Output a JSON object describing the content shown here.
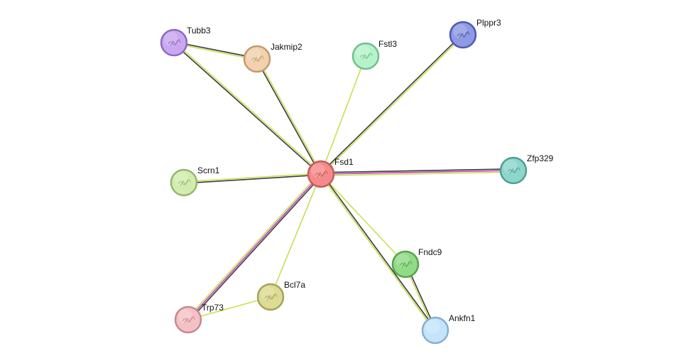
{
  "network": {
    "nodes": [
      {
        "id": "Fsd1",
        "label": "Fsd1",
        "color": "#f48a8a",
        "border": "#c85a5a",
        "icon": "protein-structure-icon"
      },
      {
        "id": "Tubb3",
        "label": "Tubb3",
        "color": "#c9a8f0",
        "border": "#8f6ac0",
        "icon": "protein-structure-icon"
      },
      {
        "id": "Jakmip2",
        "label": "Jakmip2",
        "color": "#f2d2ae",
        "border": "#c49a6c",
        "icon": "protein-structure-icon"
      },
      {
        "id": "Fstl3",
        "label": "Fstl3",
        "color": "#b6f2ca",
        "border": "#70c08c",
        "icon": "protein-structure-icon"
      },
      {
        "id": "Plppr3",
        "label": "Plppr3",
        "color": "#8e9ae2",
        "border": "#4f5ab0",
        "icon": "protein-structure-icon"
      },
      {
        "id": "Zfp329",
        "label": "Zfp329",
        "color": "#8ed6cc",
        "border": "#4f9e94",
        "icon": "protein-structure-icon"
      },
      {
        "id": "Scrn1",
        "label": "Scrn1",
        "color": "#d2ecb0",
        "border": "#94b86c",
        "icon": "protein-structure-icon"
      },
      {
        "id": "Fndc9",
        "label": "Fndc9",
        "color": "#90dc86",
        "border": "#58a44e",
        "icon": "protein-structure-icon"
      },
      {
        "id": "Bcl7a",
        "label": "Bcl7a",
        "color": "#dcdc94",
        "border": "#a4a458",
        "icon": "protein-structure-icon"
      },
      {
        "id": "Trp73",
        "label": "Trp73",
        "color": "#f4c2c6",
        "border": "#c48a8e",
        "icon": "protein-structure-icon"
      },
      {
        "id": "Ankfn1",
        "label": "Ankfn1",
        "color": "#c4e4fa",
        "border": "#86aed0",
        "icon": "none"
      }
    ],
    "edges": [
      {
        "source": "Fsd1",
        "target": "Tubb3",
        "evidence": [
          "#3a3a3a",
          "#c8e050"
        ]
      },
      {
        "source": "Fsd1",
        "target": "Jakmip2",
        "evidence": [
          "#3a3a3a",
          "#c8e050"
        ]
      },
      {
        "source": "Fsd1",
        "target": "Fstl3",
        "evidence": [
          "#c8e050"
        ]
      },
      {
        "source": "Fsd1",
        "target": "Plppr3",
        "evidence": [
          "#3a3a3a",
          "#c8e050"
        ]
      },
      {
        "source": "Fsd1",
        "target": "Zfp329",
        "evidence": [
          "#3a3a3a",
          "#c040c0",
          "#c8e050"
        ]
      },
      {
        "source": "Fsd1",
        "target": "Scrn1",
        "evidence": [
          "#3a3a3a",
          "#c8e050"
        ]
      },
      {
        "source": "Fsd1",
        "target": "Fndc9",
        "evidence": [
          "#c8e050"
        ]
      },
      {
        "source": "Fsd1",
        "target": "Ankfn1",
        "evidence": [
          "#3a3a3a",
          "#c8e050"
        ]
      },
      {
        "source": "Fsd1",
        "target": "Bcl7a",
        "evidence": [
          "#c8e050"
        ]
      },
      {
        "source": "Fsd1",
        "target": "Trp73",
        "evidence": [
          "#3a3a3a",
          "#c040c0",
          "#c8e050"
        ]
      },
      {
        "source": "Tubb3",
        "target": "Jakmip2",
        "evidence": [
          "#3a3a3a",
          "#c8e050"
        ]
      },
      {
        "source": "Fndc9",
        "target": "Ankfn1",
        "evidence": [
          "#3a3a3a",
          "#c8e050"
        ]
      },
      {
        "source": "Bcl7a",
        "target": "Trp73",
        "evidence": [
          "#c8e050"
        ]
      }
    ]
  }
}
